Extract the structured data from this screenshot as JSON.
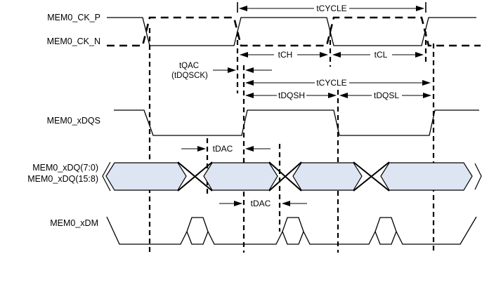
{
  "signals": {
    "ck_p": {
      "label": "MEM0_CK_P"
    },
    "ck_n": {
      "label": "MEM0_CK_N"
    },
    "dqs": {
      "label": "MEM0_xDQS"
    },
    "dq": {
      "label_line1": "MEM0_xDQ(7:0)",
      "label_line2": "MEM0_xDQ(15:8)"
    },
    "dm": {
      "label": "MEM0_xDM"
    }
  },
  "timing_parameters": {
    "tcycle_clock": "tCYCLE",
    "tch": "tCH",
    "tcl": "tCL",
    "tqac_line1": "tQAC",
    "tqac_line2": "(tDQSCK)",
    "tcycle_dqs": "tCYCLE",
    "tdqsh": "tDQSH",
    "tdqsl": "tDQSL",
    "tdac_dq": "tDAC",
    "tdac_dm": "tDAC"
  },
  "colors": {
    "background": "#ffffff",
    "line": "#000000",
    "bus_fill": "#dde4f2"
  }
}
